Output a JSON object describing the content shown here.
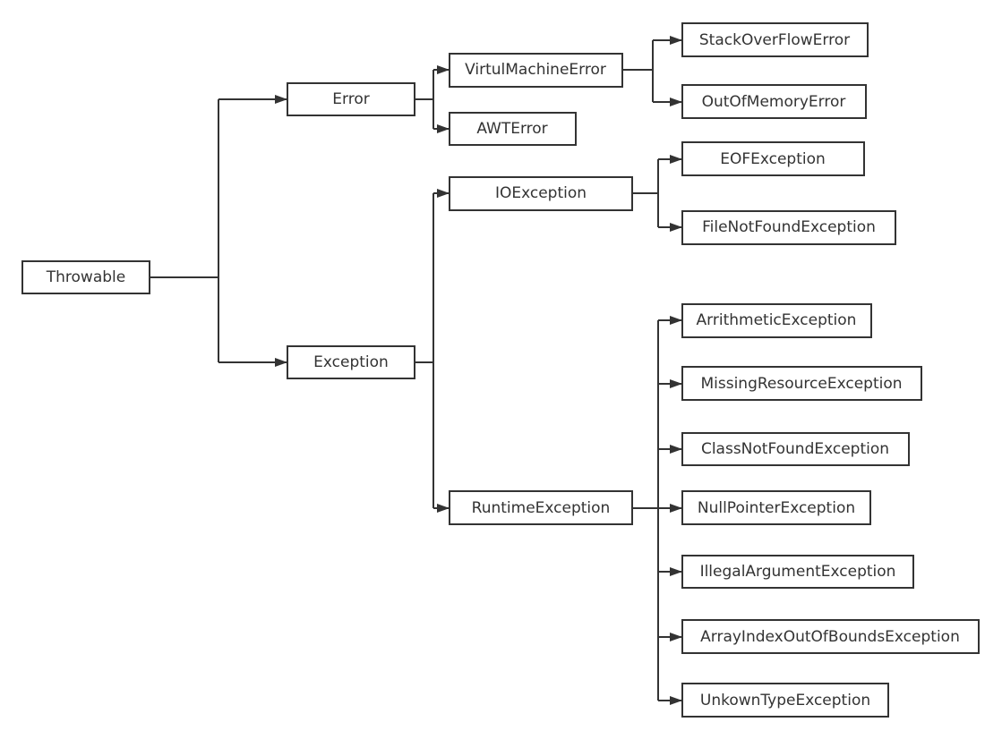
{
  "diagram": {
    "nodes": {
      "throwable": "Throwable",
      "error": "Error",
      "exception": "Exception",
      "virtual_machine_error": "VirtulMachineError",
      "awt_error": "AWTError",
      "stack_overflow_error": "StackOverFlowError",
      "out_of_memory_error": "OutOfMemoryError",
      "io_exception": "IOException",
      "eof_exception": "EOFException",
      "file_not_found_exception": "FileNotFoundException",
      "runtime_exception": "RuntimeException",
      "arithmetic_exception": "ArrithmeticException",
      "missing_resource_exception": "MissingResourceException",
      "class_not_found_exception": "ClassNotFoundException",
      "null_pointer_exception": "NullPointerException",
      "illegal_argument_exception": "IllegalArgumentException",
      "array_index_out_of_bounds_exception": "ArrayIndexOutOfBoundsException",
      "unkown_type_exception": "UnkownTypeException"
    },
    "edges": [
      [
        "throwable",
        "error"
      ],
      [
        "throwable",
        "exception"
      ],
      [
        "error",
        "virtual_machine_error"
      ],
      [
        "error",
        "awt_error"
      ],
      [
        "virtual_machine_error",
        "stack_overflow_error"
      ],
      [
        "virtual_machine_error",
        "out_of_memory_error"
      ],
      [
        "exception",
        "io_exception"
      ],
      [
        "exception",
        "runtime_exception"
      ],
      [
        "io_exception",
        "eof_exception"
      ],
      [
        "io_exception",
        "file_not_found_exception"
      ],
      [
        "runtime_exception",
        "arithmetic_exception"
      ],
      [
        "runtime_exception",
        "missing_resource_exception"
      ],
      [
        "runtime_exception",
        "class_not_found_exception"
      ],
      [
        "runtime_exception",
        "null_pointer_exception"
      ],
      [
        "runtime_exception",
        "illegal_argument_exception"
      ],
      [
        "runtime_exception",
        "array_index_out_of_bounds_exception"
      ],
      [
        "runtime_exception",
        "unkown_type_exception"
      ]
    ]
  }
}
